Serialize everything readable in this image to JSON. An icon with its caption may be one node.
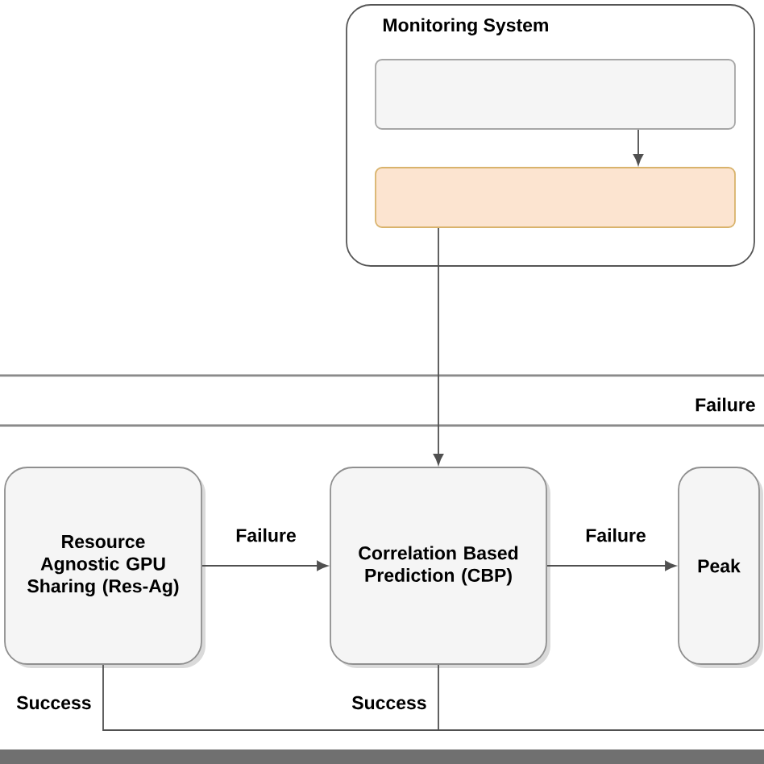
{
  "diagram": {
    "nodes": [
      {
        "text": [
          "Monitoring System"
        ]
      },
      {
        "text": [],
        "shape": "box",
        "in": 0
      },
      {
        "text": [],
        "shape": "box",
        "in": 0
      },
      {
        "text": [
          "Resource Agnostic GPU Sharing (Res-Ag)"
        ]
      },
      {
        "text": [
          "Correlation Based Prediction (CBP)"
        ]
      },
      {
        "text": [
          "Peak"
        ]
      }
    ],
    "edges": [
      {
        "from": 1,
        "to": 2,
        "arrow": "to"
      },
      {
        "from": 2,
        "to": 4,
        "arrow": "to"
      },
      {
        "from": 3,
        "to": 4,
        "arrow": "to",
        "label": "Failure"
      },
      {
        "from": 4,
        "to": 5,
        "arrow": "to",
        "label": "Failure"
      },
      {
        "from": 3,
        "to": null,
        "arrow": "none",
        "label": "Success"
      },
      {
        "from": 4,
        "to": null,
        "arrow": "none",
        "label": "Success"
      }
    ],
    "labels": [
      "Failure"
    ]
  }
}
